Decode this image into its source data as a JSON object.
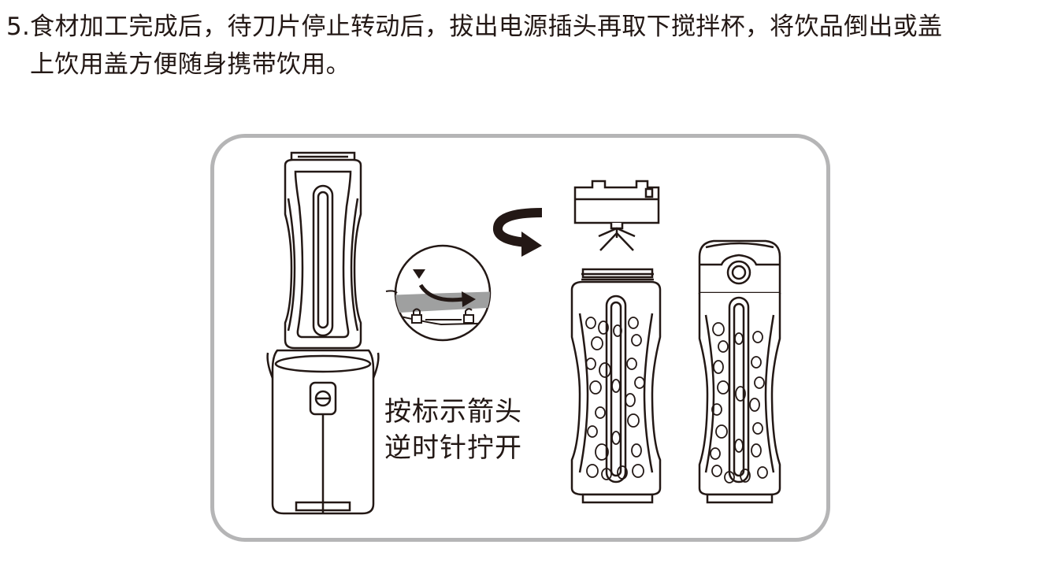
{
  "instruction": {
    "line1": "5.食材加工完成后，待刀片停止转动后，拔出电源插头再取下搅拌杯，将饮品倒出或盖",
    "line2": "上饮用盖方便随身携带饮用。"
  },
  "figure": {
    "caption_line1": "按标示箭头",
    "caption_line2": "逆时针拧开",
    "icons": [
      "blender-assembled-icon",
      "unlock-detail-icon",
      "rotate-arrow-icon",
      "blade-assembly-icon",
      "open-cup-icon",
      "cup-with-lid-icon"
    ]
  },
  "colors": {
    "text": "#231815",
    "panel_border": "#b5b5b6",
    "line_art": "#231815",
    "dial_band": "#9fa0a0"
  }
}
